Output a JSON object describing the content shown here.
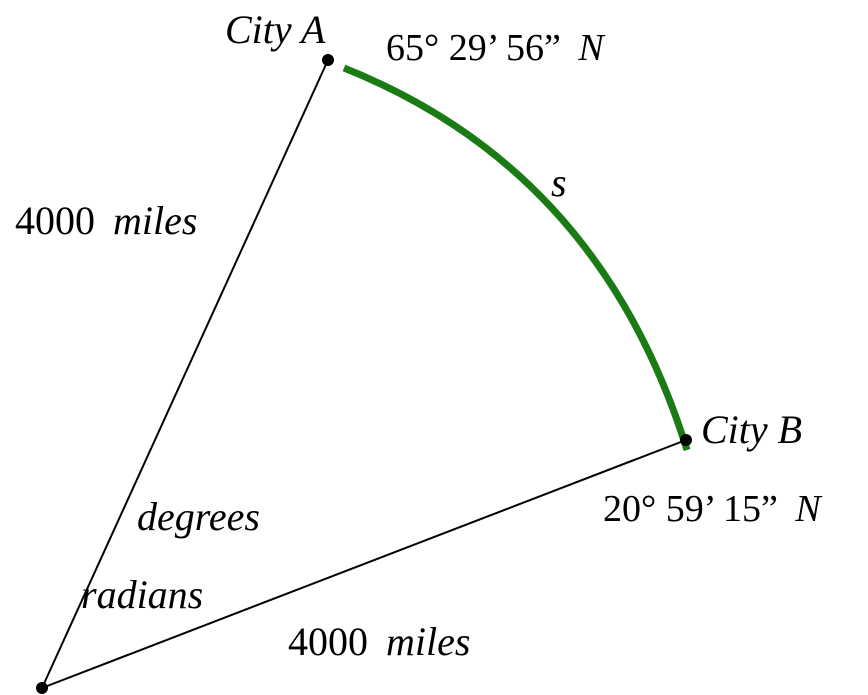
{
  "diagram": {
    "city_a": {
      "name": "City A",
      "latitude_value": "65° 29’ 56”",
      "latitude_hemisphere": "N"
    },
    "city_b": {
      "name": "City B",
      "latitude_value": "20° 59’ 15”",
      "latitude_hemisphere": "N"
    },
    "arc_label": "s",
    "radius_left": {
      "value": "4000",
      "unit": "miles"
    },
    "radius_bottom": {
      "value": "4000",
      "unit": "miles"
    },
    "angle_label_degrees": "degrees",
    "angle_label_radians": "radians",
    "colors": {
      "arc": "#1a7a14",
      "lines": "#000000"
    }
  }
}
